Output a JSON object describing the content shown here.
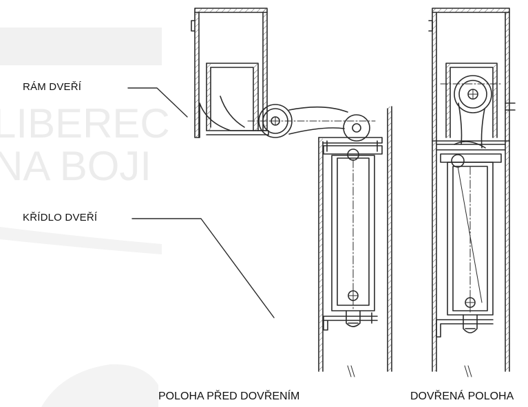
{
  "labels": {
    "frame": "RÁM DVEŘÍ",
    "leaf": "KŘÍDLO DVEŘÍ"
  },
  "captions": {
    "before": "POLOHA PŘED DOVŘENÍM",
    "closed": "DOVŘENÁ POLOHA"
  },
  "watermark": {
    "line1": "LIBEREC",
    "line2": "NA BOJI"
  },
  "colors": {
    "ink": "#2a2a2a",
    "watermark": "#ededed"
  }
}
